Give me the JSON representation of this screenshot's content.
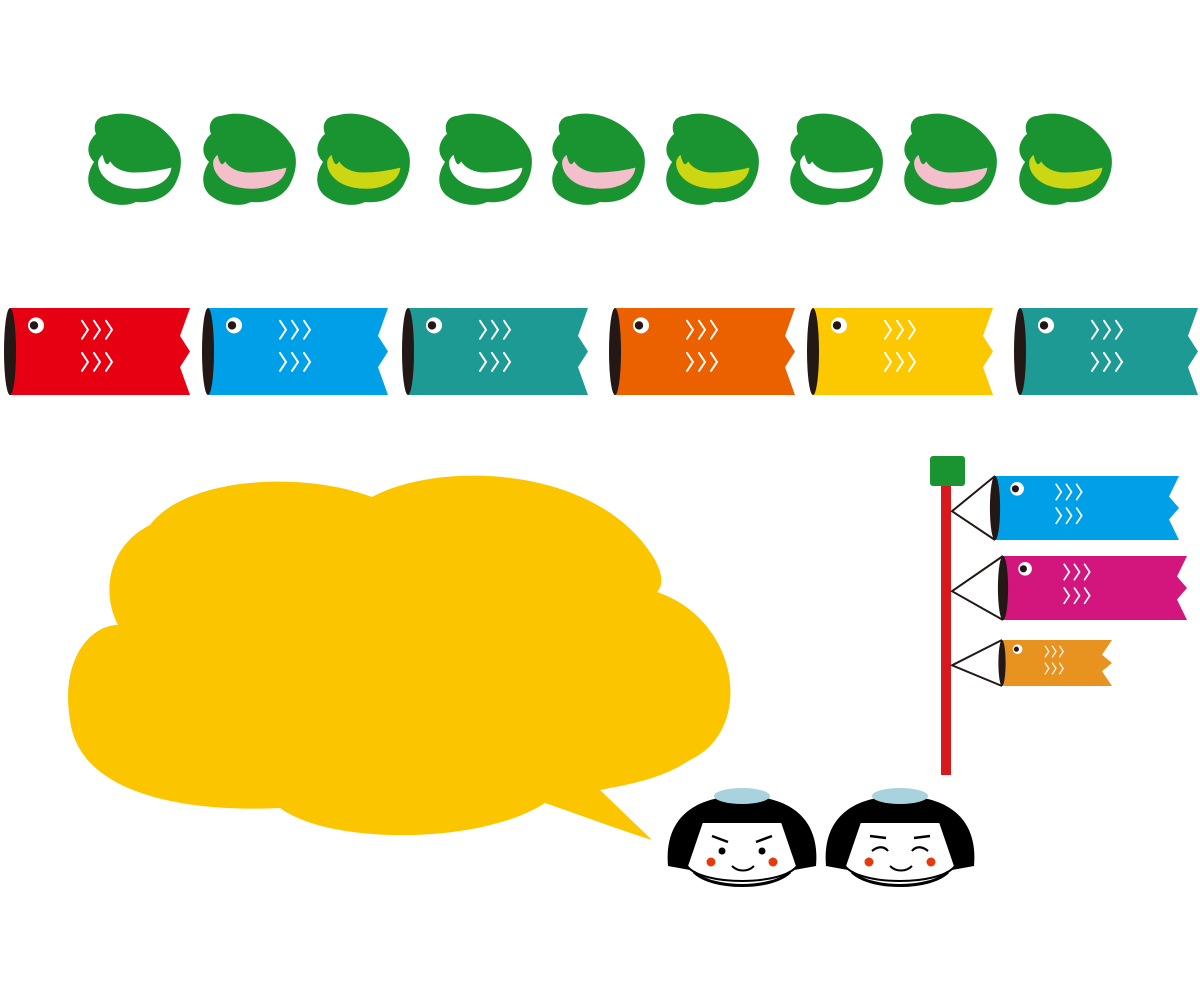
{
  "scene": {
    "mochi_row": {
      "items": [
        {
          "filling": "white"
        },
        {
          "filling": "pink"
        },
        {
          "filling": "yellow"
        },
        {
          "filling": "white"
        },
        {
          "filling": "pink"
        },
        {
          "filling": "yellow"
        },
        {
          "filling": "white"
        },
        {
          "filling": "pink"
        },
        {
          "filling": "yellow"
        }
      ]
    },
    "koinobori_row": {
      "items": [
        {
          "color": "red"
        },
        {
          "color": "blue"
        },
        {
          "color": "teal"
        },
        {
          "color": "orange"
        },
        {
          "color": "yellow"
        },
        {
          "color": "teal"
        }
      ]
    },
    "pole": {
      "carp": [
        {
          "color": "blue"
        },
        {
          "color": "magenta"
        },
        {
          "color": "amber"
        }
      ]
    },
    "speech_bubble": {
      "text": ""
    },
    "kids": [
      {
        "expression": "determined"
      },
      {
        "expression": "smiling"
      }
    ]
  },
  "colors": {
    "leaf": "#1a9431",
    "mochi_white": "#ffffff",
    "mochi_pink": "#f3bfcb",
    "mochi_yellow": "#cdd613",
    "carp_red": "#e60012",
    "carp_blue": "#00a0e9",
    "carp_teal": "#1e9a95",
    "carp_orange": "#eb6100",
    "carp_yellow": "#fcc800",
    "carp_magenta": "#d3167e",
    "carp_amber": "#e89320",
    "bubble": "#fbc600",
    "pole_red": "#d7191d",
    "pole_cap": "#1a9431",
    "hair": "#000000",
    "hat": "#a8d3de",
    "cheek": "#e8380d"
  }
}
